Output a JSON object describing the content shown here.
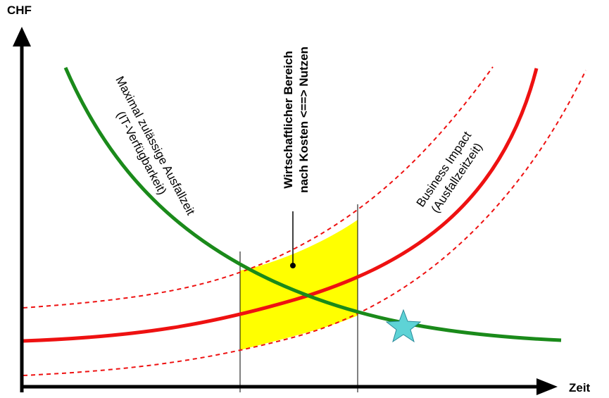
{
  "axes": {
    "y_label": "CHF",
    "x_label": "Zeit"
  },
  "curves": {
    "availability_label_line1": "Maximal zulässige Ausfallzeit",
    "availability_label_line2": "(IT-Verfügbarkeit)",
    "impact_label_line1": "Business Impact",
    "impact_label_line2": "(Ausfallzeitzeit)"
  },
  "zone": {
    "label_line1": "Wirtschaftlicher Bereich",
    "label_line2": "nach Kosten <==> Nutzen"
  },
  "colors": {
    "availability_curve": "#1a8a1a",
    "impact_curve": "#ee1111",
    "impact_band": "#ee1111",
    "economic_zone": "#ffff00",
    "marker_star": "#5ed3d6",
    "axis": "#000000"
  },
  "marker": {
    "icon": "star-icon"
  }
}
